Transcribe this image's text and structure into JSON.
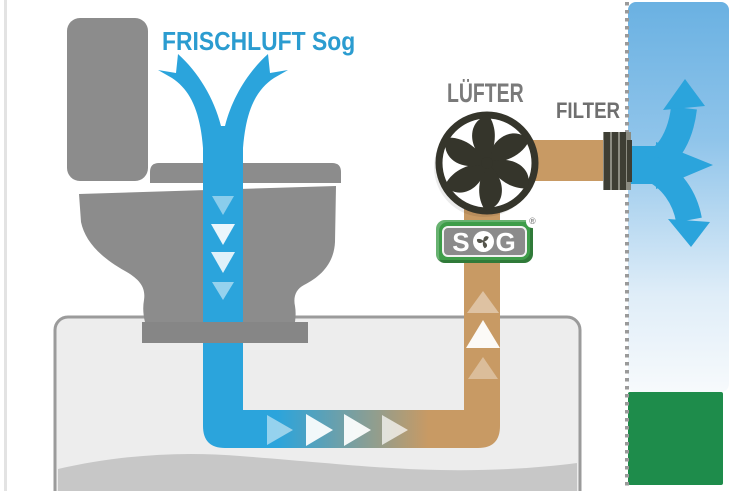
{
  "labels": {
    "fresh_air": "FRISCHLUFT Sog",
    "fan": "LÜFTER",
    "filter": "FILTER"
  },
  "brand": {
    "name": "SOG",
    "letter_s": "S",
    "letter_g": "G",
    "registered_mark": "®"
  },
  "icons": {
    "fan": "fan-icon",
    "filter": "filter-bars-icon",
    "fresh_air_arrow": "fresh-air-y-arrow",
    "exhaust_arrows": "exhaust-split-arrows",
    "sog_fan_o": "fan-in-letter-o-icon"
  },
  "colors": {
    "accent_blue": "#2BA4DC",
    "text_blue": "#2B9CD0",
    "pipe_tan": "#C89A64",
    "toilet_gray": "#8C8C8C",
    "base_band_gray": "#868686",
    "tank_fill": "#EDEDED",
    "tank_border": "#9B9B9B",
    "liquid_gray": "#C7C7C7",
    "fan_dark": "#35352B",
    "filter_dark": "#3E3E34",
    "sog_green": "#3E9D49",
    "sky_blue_top": "#6AB1E2",
    "ground_green": "#1E8C4B",
    "label_gray": "#7A7A7A"
  }
}
